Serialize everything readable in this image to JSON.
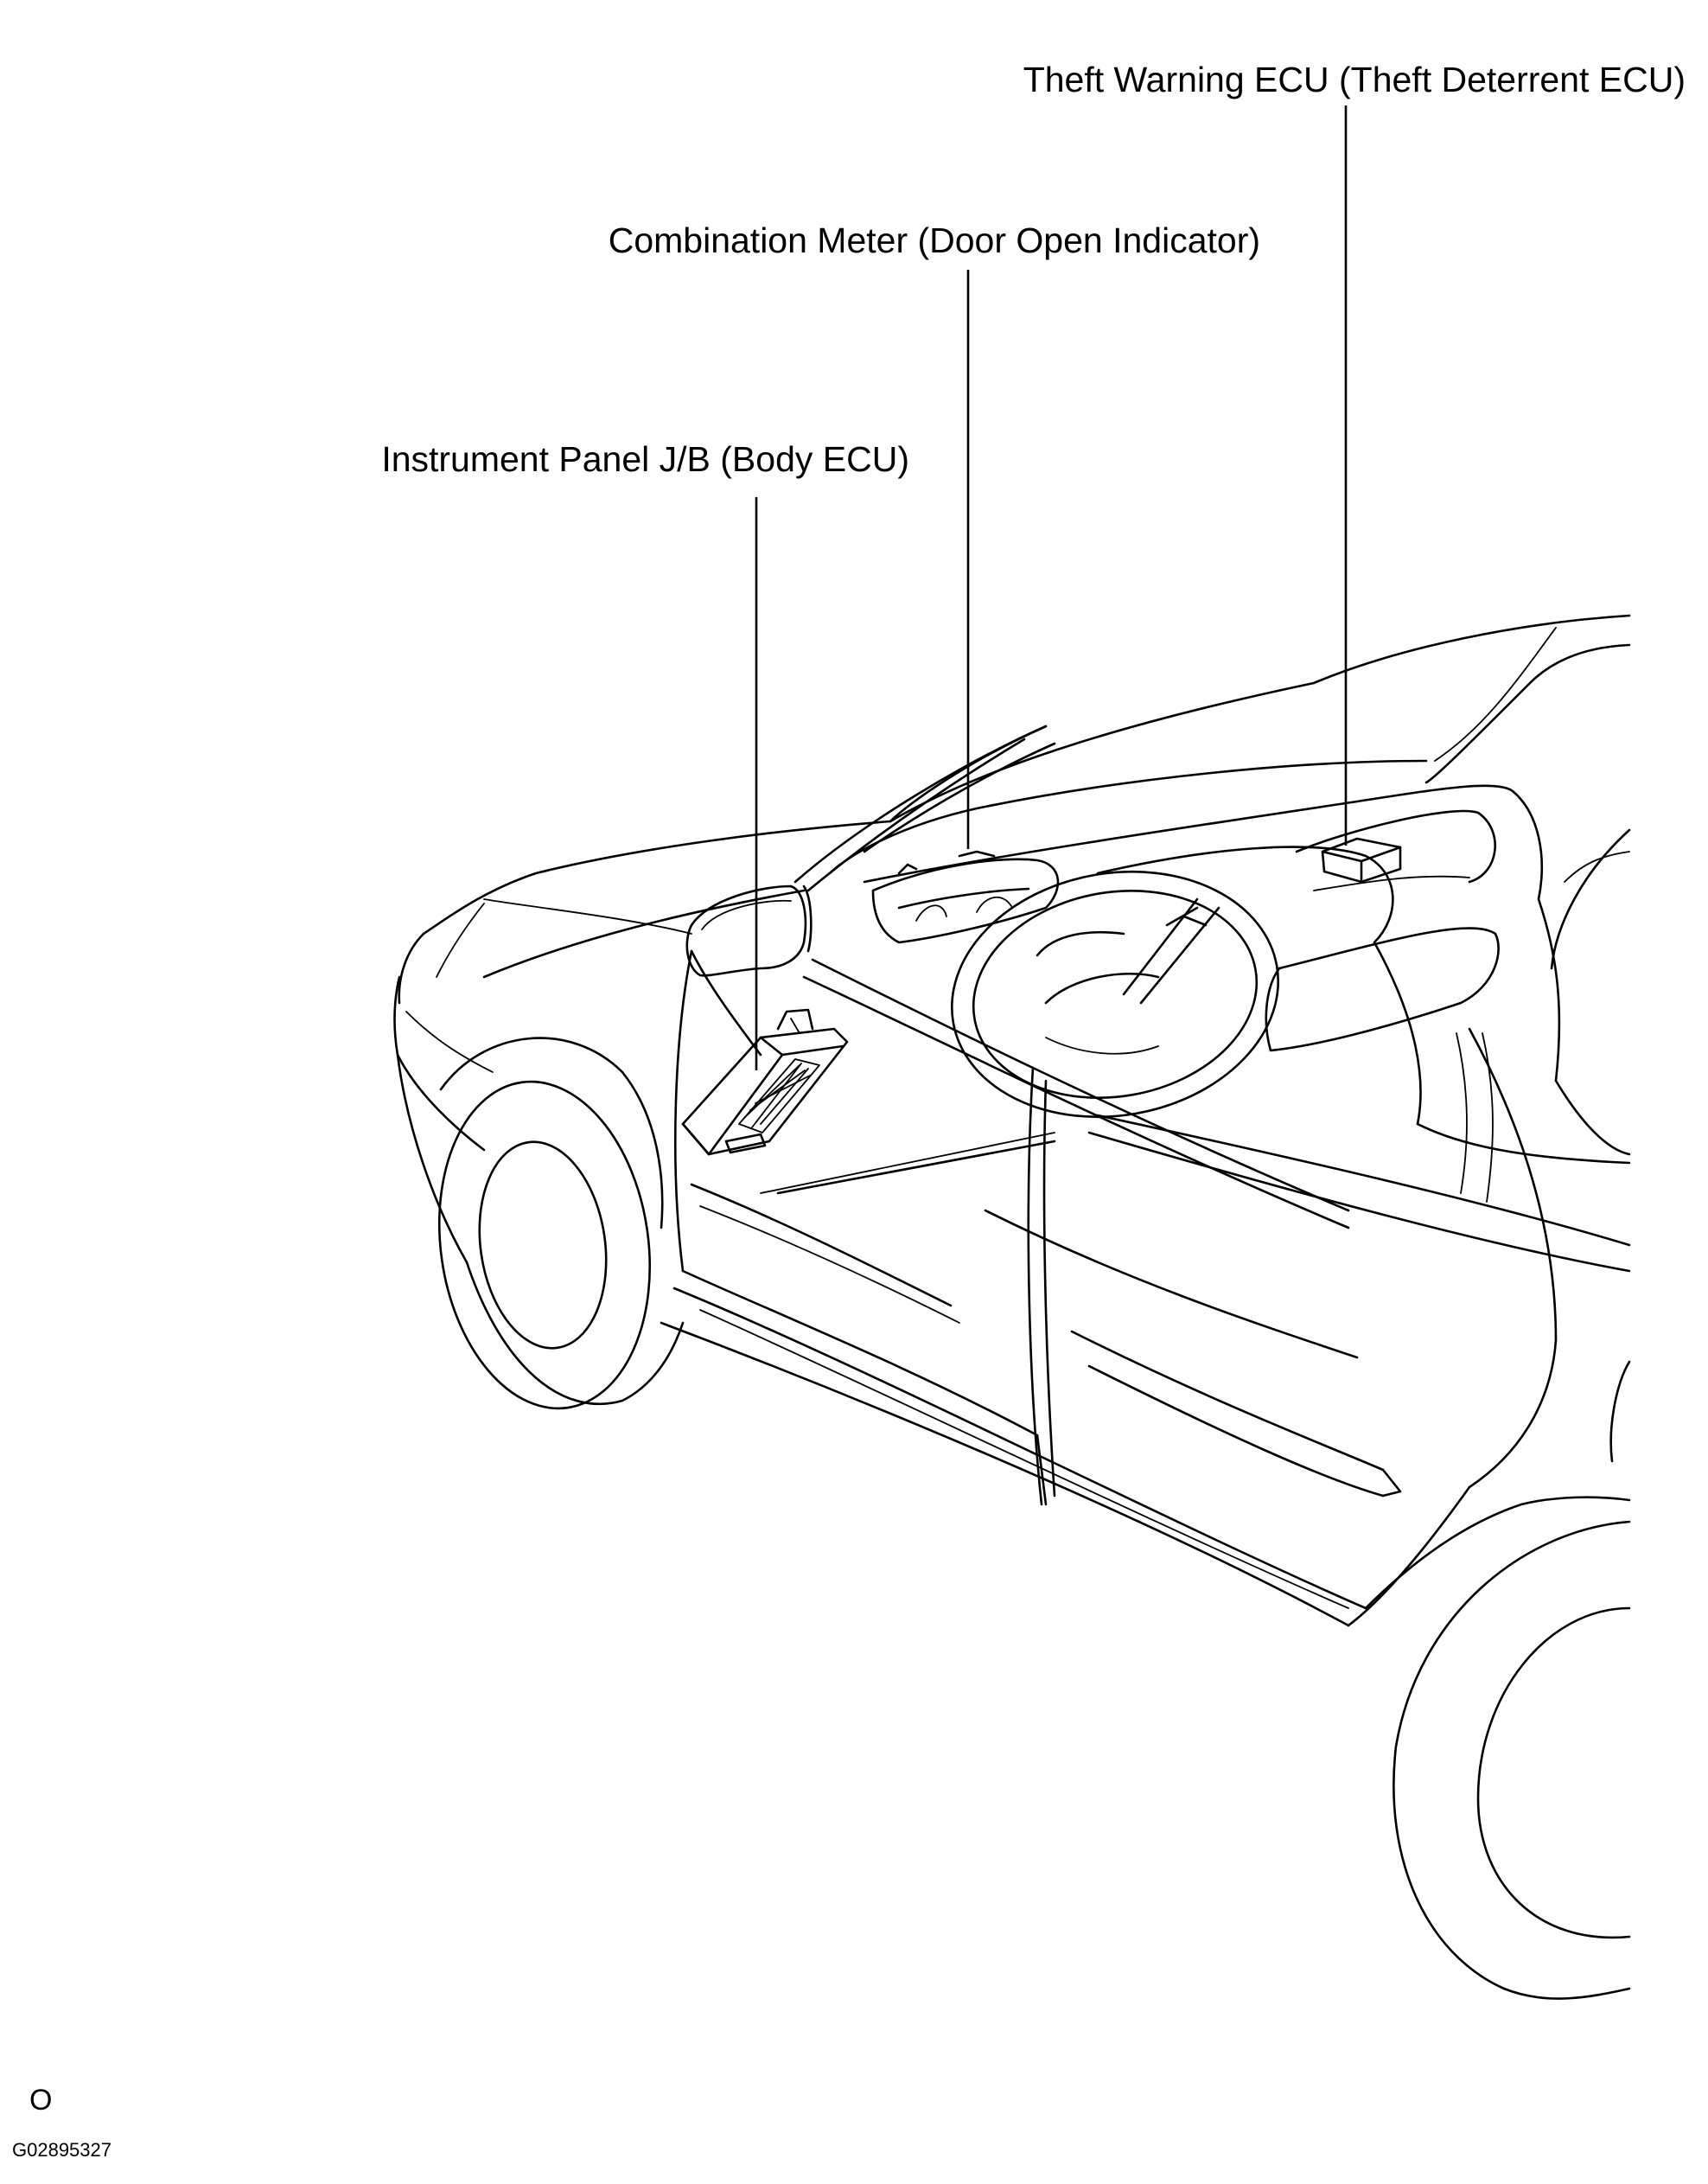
{
  "labels": {
    "theft_warning_ecu": "Theft Warning ECU (Theft Deterrent ECU)",
    "combination_meter": "Combination Meter (Door Open Indicator)",
    "instrument_panel_jb": "Instrument Panel J/B (Body ECU)"
  },
  "footer": {
    "mark": "O",
    "figure_code": "G02895327"
  }
}
